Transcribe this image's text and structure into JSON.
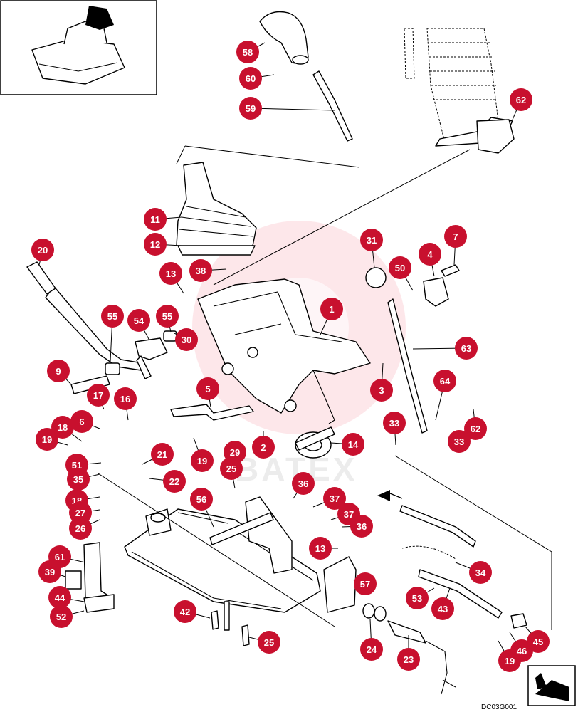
{
  "diagram": {
    "drawing_code": "DC03G001",
    "watermark": "BATEX",
    "callouts": [
      {
        "n": "58"
      },
      {
        "n": "60"
      },
      {
        "n": "59"
      },
      {
        "n": "62"
      },
      {
        "n": "11"
      },
      {
        "n": "12"
      },
      {
        "n": "20"
      },
      {
        "n": "13"
      },
      {
        "n": "38"
      },
      {
        "n": "31"
      },
      {
        "n": "7"
      },
      {
        "n": "4"
      },
      {
        "n": "50"
      },
      {
        "n": "1"
      },
      {
        "n": "55"
      },
      {
        "n": "54"
      },
      {
        "n": "55"
      },
      {
        "n": "30"
      },
      {
        "n": "63"
      },
      {
        "n": "9"
      },
      {
        "n": "3"
      },
      {
        "n": "5"
      },
      {
        "n": "64"
      },
      {
        "n": "17"
      },
      {
        "n": "16"
      },
      {
        "n": "6"
      },
      {
        "n": "18"
      },
      {
        "n": "19"
      },
      {
        "n": "33"
      },
      {
        "n": "62"
      },
      {
        "n": "33"
      },
      {
        "n": "14"
      },
      {
        "n": "2"
      },
      {
        "n": "29"
      },
      {
        "n": "19"
      },
      {
        "n": "21"
      },
      {
        "n": "51"
      },
      {
        "n": "35"
      },
      {
        "n": "25"
      },
      {
        "n": "22"
      },
      {
        "n": "36"
      },
      {
        "n": "18"
      },
      {
        "n": "27"
      },
      {
        "n": "26"
      },
      {
        "n": "56"
      },
      {
        "n": "37"
      },
      {
        "n": "37"
      },
      {
        "n": "36"
      },
      {
        "n": "13"
      },
      {
        "n": "61"
      },
      {
        "n": "39"
      },
      {
        "n": "44"
      },
      {
        "n": "52"
      },
      {
        "n": "57"
      },
      {
        "n": "34"
      },
      {
        "n": "53"
      },
      {
        "n": "43"
      },
      {
        "n": "42"
      },
      {
        "n": "25"
      },
      {
        "n": "24"
      },
      {
        "n": "23"
      },
      {
        "n": "19"
      },
      {
        "n": "46"
      },
      {
        "n": "45"
      }
    ]
  }
}
